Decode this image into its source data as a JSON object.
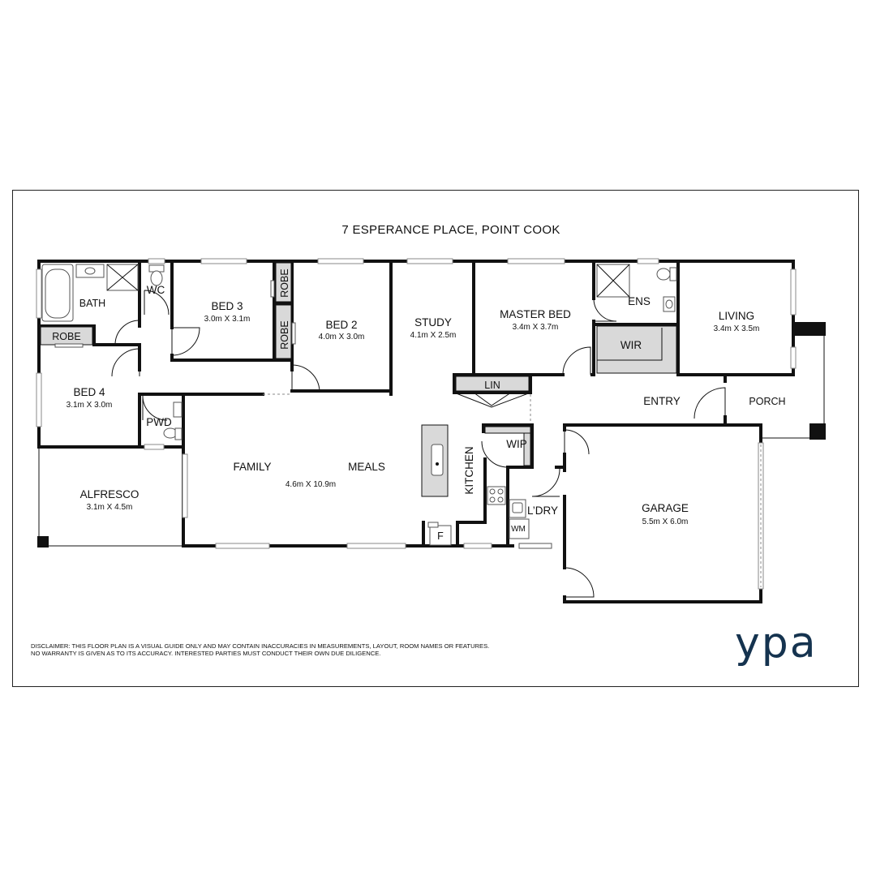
{
  "title": "7 ESPERANCE PLACE, POINT COOK",
  "rooms": {
    "bath": {
      "label": "BATH"
    },
    "wc": {
      "label": "WC"
    },
    "robe_bath": {
      "label": "ROBE"
    },
    "bed3": {
      "label": "BED 3",
      "dims": "3.0m X 3.1m"
    },
    "robe_a": {
      "label": "ROBE"
    },
    "robe_b": {
      "label": "ROBE"
    },
    "bed2": {
      "label": "BED 2",
      "dims": "4.0m X 3.0m"
    },
    "study": {
      "label": "STUDY",
      "dims": "4.1m X 2.5m"
    },
    "master": {
      "label": "MASTER BED",
      "dims": "3.4m X 3.7m"
    },
    "ens": {
      "label": "ENS"
    },
    "wir": {
      "label": "WIR"
    },
    "living": {
      "label": "LIVING",
      "dims": "3.4m X 3.5m"
    },
    "bed4": {
      "label": "BED 4",
      "dims": "3.1m X 3.0m"
    },
    "pwd": {
      "label": "PWD"
    },
    "lin": {
      "label": "LIN"
    },
    "entry": {
      "label": "ENTRY"
    },
    "porch": {
      "label": "PORCH"
    },
    "family": {
      "label": "FAMILY"
    },
    "meals": {
      "label": "MEALS"
    },
    "family_meals_dims": "4.6m X 10.9m",
    "kitchen": {
      "label": "KITCHEN"
    },
    "wip": {
      "label": "WIP"
    },
    "laundry": {
      "label": "L’DRY"
    },
    "wm": {
      "label": "WM"
    },
    "fridge": {
      "label": "F"
    },
    "alfresco": {
      "label": "ALFRESCO",
      "dims": "3.1m X 4.5m"
    },
    "garage": {
      "label": "GARAGE",
      "dims": "5.5m X 6.0m"
    }
  },
  "disclaimer": {
    "line1": "DISCLAIMER: THIS FLOOR PLAN IS A VISUAL GUIDE ONLY AND MAY CONTAIN INACCURACIES IN MEASUREMENTS, LAYOUT, ROOM NAMES OR FEATURES.",
    "line2": "NO WARRANTY IS GIVEN AS TO ITS ACCURACY. INTERESTED PARTIES MUST CONDUCT THEIR OWN DUE DILIGENCE."
  },
  "logo": {
    "text": "ypa",
    "color": "#15334f"
  }
}
